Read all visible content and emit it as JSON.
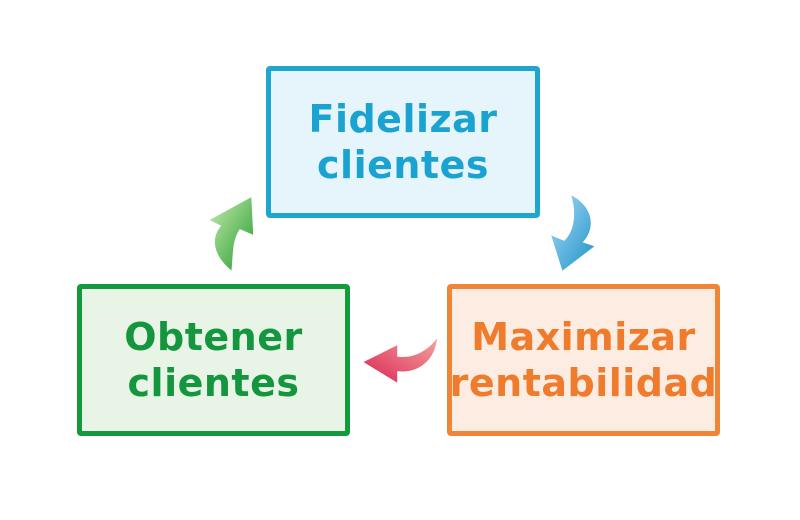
{
  "diagram": {
    "nodes": [
      {
        "id": "top",
        "line1": "Fidelizar",
        "line2": "clientes",
        "border_color": "#1ea6cf",
        "fill_color": "#e6f5fc",
        "text_color": "#1aa3d0"
      },
      {
        "id": "right",
        "line1": "Maximizar",
        "line2": "rentabilidad",
        "border_color": "#f08437",
        "fill_color": "#fdece1",
        "text_color": "#ef7b2d"
      },
      {
        "id": "left",
        "line1": "Obtener",
        "line2": "clientes",
        "border_color": "#139a3d",
        "fill_color": "#e8f4e6",
        "text_color": "#14963f"
      }
    ],
    "arrows": [
      {
        "from": "top",
        "to": "right",
        "color": "#2aa9dc",
        "icon": "curved-arrow-icon"
      },
      {
        "from": "right",
        "to": "left",
        "color": "#e8456d",
        "icon": "curved-arrow-icon"
      },
      {
        "from": "left",
        "to": "top",
        "color": "#3fae3a",
        "icon": "curved-arrow-icon"
      }
    ]
  }
}
